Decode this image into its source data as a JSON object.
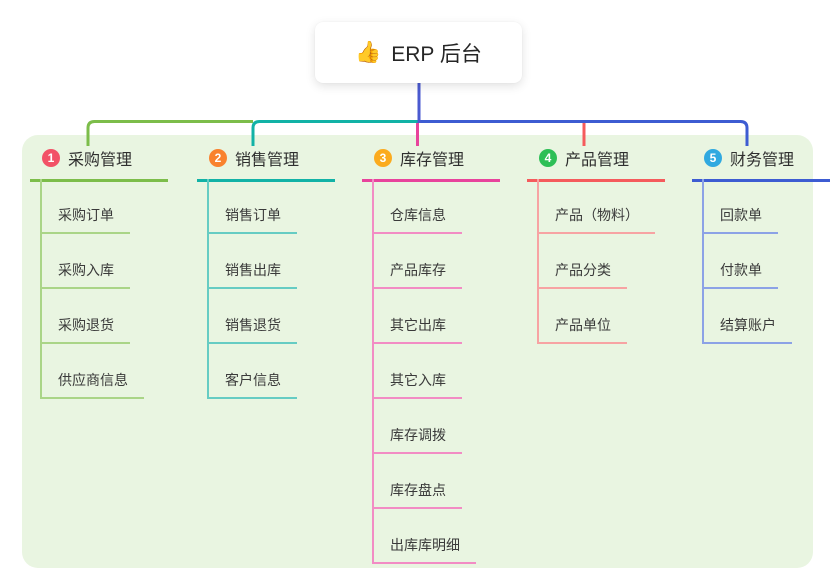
{
  "root": {
    "icon": "👍",
    "title": "ERP 后台"
  },
  "colors": {
    "canvas_bg": "#ffffff",
    "panel_bg": "#e9f5e1",
    "stem": "#4a5ad0"
  },
  "branches": [
    {
      "number": "1",
      "title": "采购管理",
      "badge_color": "#f25267",
      "line_color": "#7cbd4a",
      "child_line_color": "#aad587",
      "children": [
        "采购订单",
        "采购入库",
        "采购退货",
        "供应商信息"
      ]
    },
    {
      "number": "2",
      "title": "销售管理",
      "badge_color": "#f9822e",
      "line_color": "#12b2a6",
      "child_line_color": "#66ccc3",
      "children": [
        "销售订单",
        "销售出库",
        "销售退货",
        "客户信息"
      ]
    },
    {
      "number": "3",
      "title": "库存管理",
      "badge_color": "#fbab1e",
      "line_color": "#e8439c",
      "child_line_color": "#f28cc4",
      "children": [
        "仓库信息",
        "产品库存",
        "其它出库",
        "其它入库",
        "库存调拨",
        "库存盘点",
        "出库库明细"
      ]
    },
    {
      "number": "4",
      "title": "产品管理",
      "badge_color": "#2dbf56",
      "line_color": "#f55b5c",
      "child_line_color": "#f7a3a3",
      "children": [
        "产品（物料）",
        "产品分类",
        "产品单位"
      ]
    },
    {
      "number": "5",
      "title": "财务管理",
      "badge_color": "#30a9e0",
      "line_color": "#3d5cd2",
      "child_line_color": "#8ca2e6",
      "children": [
        "回款单",
        "付款单",
        "结算账户"
      ]
    }
  ]
}
